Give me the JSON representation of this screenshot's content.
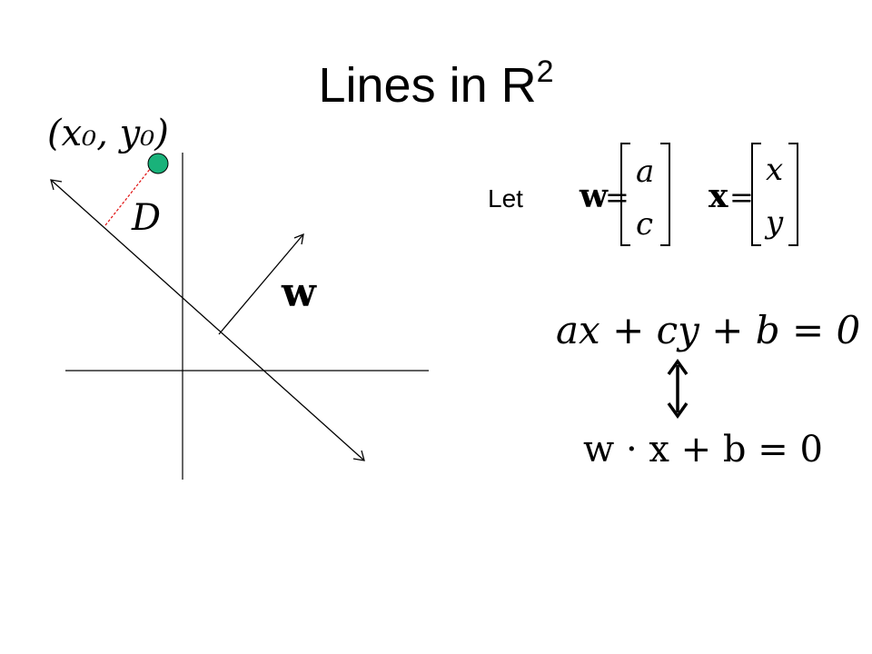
{
  "title": {
    "text": "Lines in R",
    "superscript": "2"
  },
  "diagram": {
    "point_label": "(x₀, y₀)",
    "distance_label": "D",
    "normal_vector_label": "w",
    "colors": {
      "point_fill": "#19b27a",
      "distance_line": "#e01010",
      "axes": "#000000"
    }
  },
  "definitions": {
    "let_label": "Let",
    "w_symbol": "w",
    "w_entries": [
      "a",
      "c"
    ],
    "x_symbol": "x",
    "x_entries": [
      "x",
      "y"
    ],
    "equals": "="
  },
  "equations": {
    "scalar_form": "ax + cy + b = 0",
    "vector_form": "w · x + b = 0",
    "equivalence_icon": "double-headed-arrow-icon"
  }
}
